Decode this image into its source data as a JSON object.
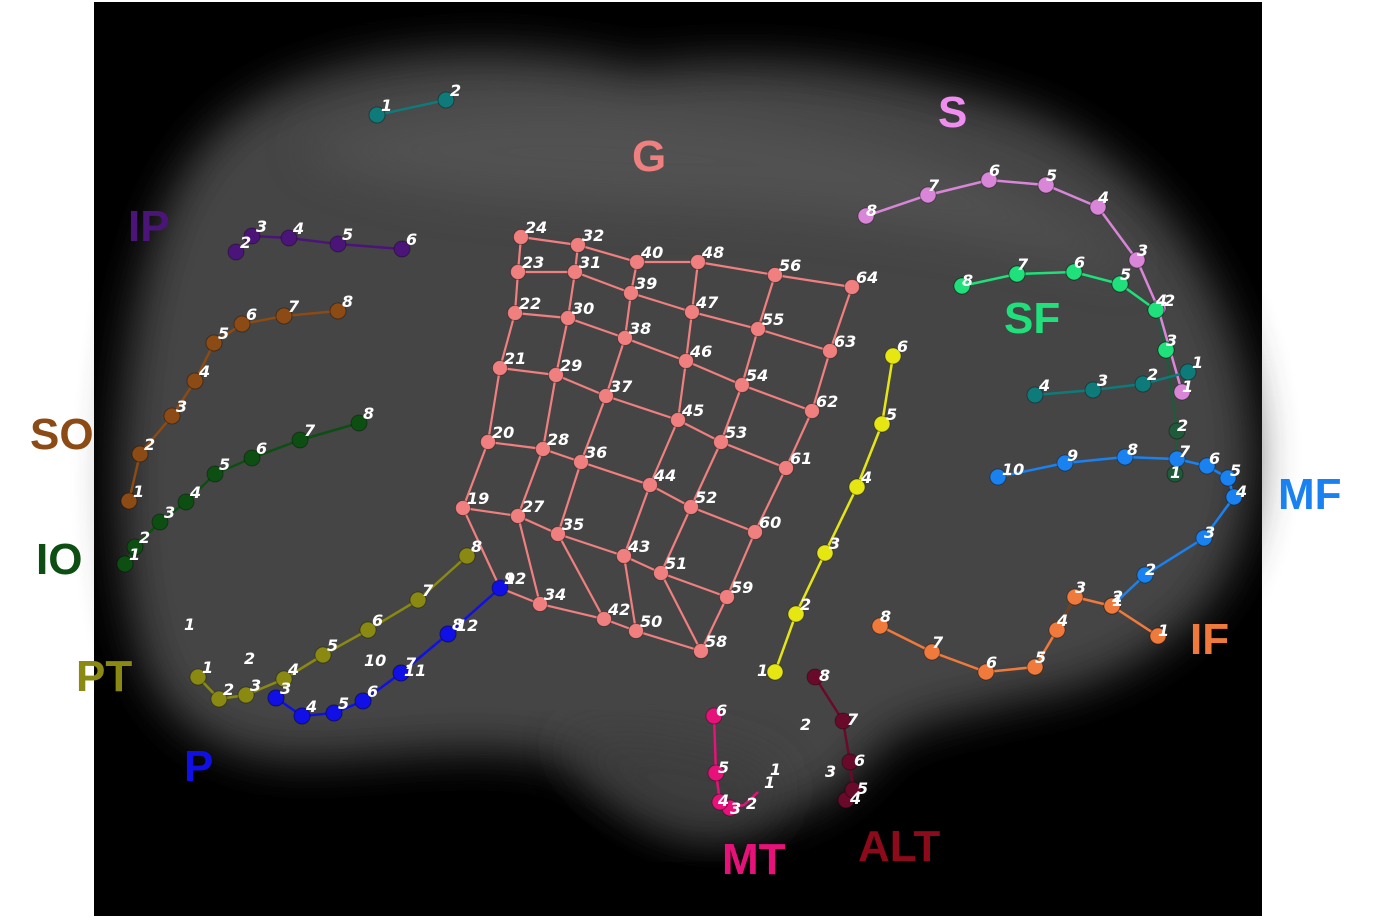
{
  "groups": [
    {
      "id": "G",
      "label": "G",
      "color": "#f07f7f"
    },
    {
      "id": "S",
      "label": "S",
      "color": "#f08ef0"
    },
    {
      "id": "SF",
      "label": "SF",
      "color": "#1fe07a"
    },
    {
      "id": "IP",
      "label": "IP",
      "color": "#4b1478"
    },
    {
      "id": "SO",
      "label": "SO",
      "color": "#8c4a14"
    },
    {
      "id": "IO",
      "label": "IO",
      "color": "#0d4f12"
    },
    {
      "id": "PT",
      "label": "PT",
      "color": "#8a8a12"
    },
    {
      "id": "P",
      "label": "P",
      "color": "#1010e6"
    },
    {
      "id": "MF",
      "label": "MF",
      "color": "#1a82f0"
    },
    {
      "id": "IF",
      "label": "IF",
      "color": "#f07a3c"
    },
    {
      "id": "MT",
      "label": "MT",
      "color": "#e6127a"
    },
    {
      "id": "ALT",
      "label": "ALT",
      "color": "#8c0a1a"
    }
  ],
  "colors": {
    "background": "#000000",
    "brain": "#4a4a4a",
    "grid": "#f07f7f",
    "teal": "#0f7a7a",
    "yellow": "#e6e612",
    "pink_wire": "#d986d9",
    "dark_green": "#1f5a3a",
    "brown_wire": "#6a4020",
    "dark_blue": "#1a3a6a",
    "orange": "#f07a3c",
    "mt": "#e6127a",
    "alt": "#6a0a2a"
  },
  "grid_contacts": {
    "columns": [
      [
        "19",
        "20",
        "21",
        "22",
        "23",
        "24"
      ],
      [
        "27",
        "28",
        "29",
        "30",
        "31",
        "32"
      ],
      [
        "35",
        "36",
        "37",
        "38",
        "39",
        "40"
      ],
      [
        "43",
        "44",
        "45",
        "46",
        "47",
        "48"
      ],
      [
        "51",
        "52",
        "53",
        "54",
        "55",
        "56"
      ],
      [
        "59",
        "60",
        "61",
        "62",
        "63",
        "64"
      ]
    ],
    "bottom_row": [
      "12",
      "34",
      "42",
      "50",
      "58"
    ]
  },
  "strips": {
    "teal_top": [
      "1",
      "2"
    ],
    "S": [
      "8",
      "7",
      "6",
      "5",
      "4",
      "3",
      "2",
      "1"
    ],
    "SF": [
      "8",
      "7",
      "6",
      "5",
      "4",
      "3",
      "2",
      "1"
    ],
    "teal_mid": [
      "4",
      "3",
      "2",
      "1"
    ],
    "MF": [
      "10",
      "9",
      "8",
      "7",
      "6",
      "5",
      "4",
      "3",
      "2",
      "1"
    ],
    "IF": [
      "8",
      "7",
      "6",
      "5",
      "4",
      "3",
      "2",
      "1"
    ],
    "IP": [
      "2",
      "3",
      "4",
      "5",
      "6"
    ],
    "SO": [
      "1",
      "2",
      "3",
      "4",
      "5",
      "6",
      "7",
      "8"
    ],
    "IO": [
      "1",
      "2",
      "3",
      "4",
      "5",
      "6",
      "7",
      "8"
    ],
    "PT": [
      "1",
      "2",
      "3",
      "4",
      "5",
      "6",
      "7",
      "8"
    ],
    "P": [
      "1",
      "2",
      "3",
      "4",
      "5",
      "6",
      "7",
      "8",
      "9",
      "10",
      "11",
      "12"
    ],
    "yellow": [
      "1",
      "2",
      "3",
      "4",
      "5",
      "6"
    ],
    "MT": [
      "1",
      "2",
      "3",
      "4",
      "5",
      "6"
    ],
    "ALT": [
      "1",
      "2",
      "3",
      "4",
      "5",
      "6",
      "7",
      "8"
    ]
  }
}
